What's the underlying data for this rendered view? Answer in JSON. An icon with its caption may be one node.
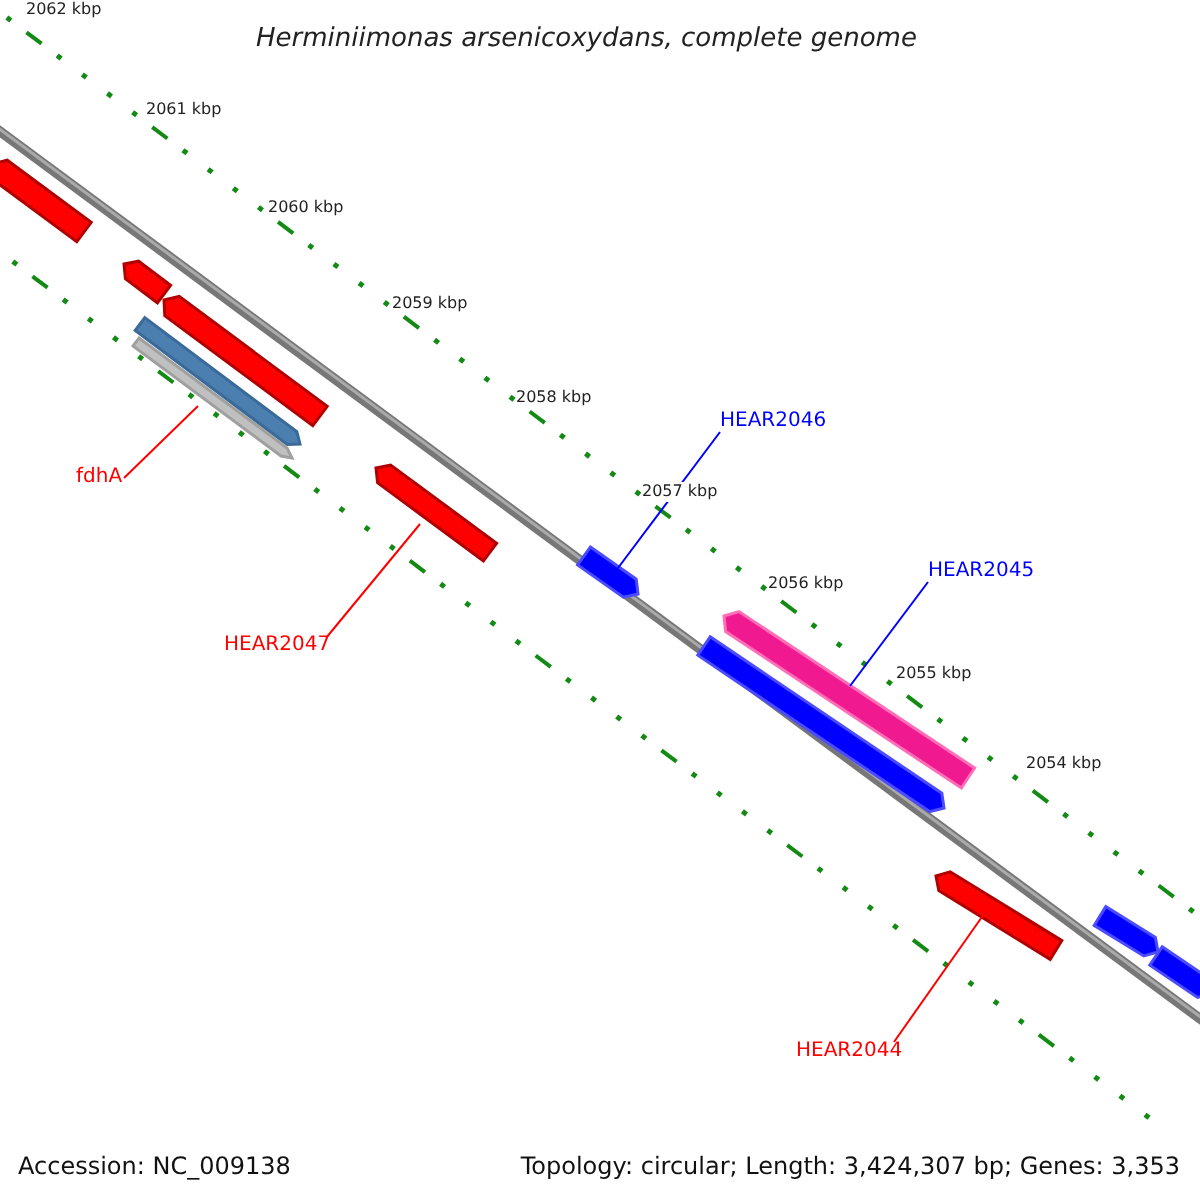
{
  "diagram": {
    "title": "Herminiimonas arsenicoxydans, complete genome",
    "nodes": [
      {
        "text": [
          "fdhA"
        ]
      },
      {
        "text": [
          "HEAR2047"
        ]
      },
      {
        "text": [
          "HEAR2046"
        ]
      },
      {
        "text": [
          "HEAR2045"
        ]
      },
      {
        "text": [
          "HEAR2044"
        ]
      },
      {
        "text": [],
        "shape": "bar"
      },
      {
        "text": [],
        "shape": "bar"
      },
      {
        "text": [],
        "shape": "bar"
      },
      {
        "text": [],
        "shape": "bar"
      },
      {
        "text": [],
        "shape": "bar"
      },
      {
        "text": [],
        "shape": "bar"
      },
      {
        "text": [],
        "shape": "bar"
      },
      {
        "text": [],
        "shape": "bar"
      },
      {
        "text": [],
        "shape": "bar"
      },
      {
        "text": [],
        "shape": "bar"
      },
      {
        "text": [],
        "shape": "bar"
      },
      {
        "text": [],
        "shape": "bar"
      }
    ],
    "edges": [
      {
        "from": 0,
        "to": 8,
        "arrow": "none"
      },
      {
        "from": 1,
        "to": 10,
        "arrow": "none"
      },
      {
        "from": 2,
        "to": 11,
        "arrow": "none",
        "color": "#0000ff"
      },
      {
        "from": 3,
        "to": 13,
        "arrow": "none",
        "color": "#0000ff"
      },
      {
        "from": 4,
        "to": 14,
        "arrow": "none"
      }
    ],
    "labels": [
      "2062 kbp",
      "2061 kbp",
      "2060 kbp",
      "2059 kbp",
      "2058 kbp",
      "2057 kbp",
      "2056 kbp",
      "2055 kbp",
      "2054 kbp",
      "Accession: NC_009138",
      "Topology: circular; Length: 3,424,307 bp; Genes: 3,353"
    ]
  }
}
